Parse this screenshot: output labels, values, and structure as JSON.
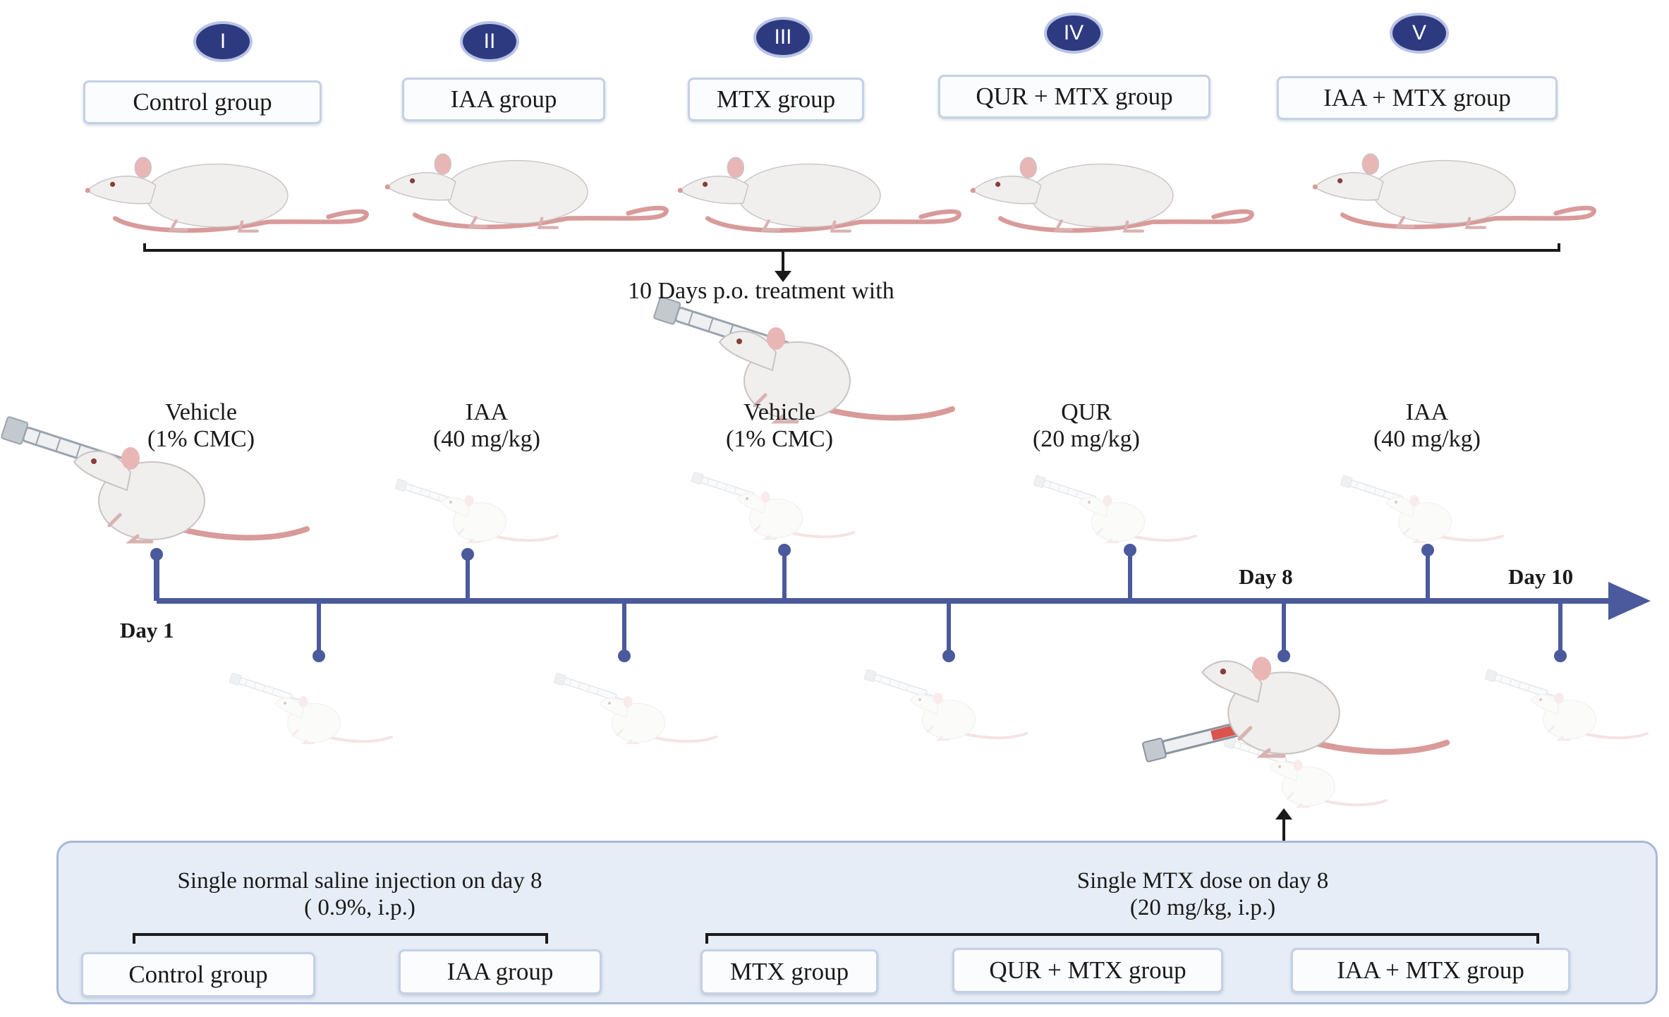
{
  "groups": [
    {
      "numeral": "I",
      "label": "Control group"
    },
    {
      "numeral": "II",
      "label": "IAA group"
    },
    {
      "numeral": "III",
      "label": "MTX group"
    },
    {
      "numeral": "IV",
      "label": "QUR + MTX group"
    },
    {
      "numeral": "V",
      "label": "IAA + MTX group"
    }
  ],
  "treatment_caption": "10 Days p.o. treatment with",
  "doses": [
    {
      "line1": "Vehicle",
      "line2": "(1% CMC)"
    },
    {
      "line1": "IAA",
      "line2": "(40 mg/kg)"
    },
    {
      "line1": "Vehicle",
      "line2": "(1% CMC)"
    },
    {
      "line1": "QUR",
      "line2": "(20 mg/kg)"
    },
    {
      "line1": "IAA",
      "line2": "(40 mg/kg)"
    }
  ],
  "timeline": {
    "day1": "Day 1",
    "day8": "Day 8",
    "day10": "Day 10"
  },
  "saline": {
    "title": "Single normal saline injection on day 8",
    "subtitle": "( 0.9%, i.p.)",
    "groups": [
      "Control group",
      "IAA group"
    ]
  },
  "mtx": {
    "title": "Single MTX dose on day 8",
    "subtitle": "(20 mg/kg, i.p.)",
    "groups": [
      "MTX group",
      "QUR + MTX group",
      "IAA + MTX group"
    ]
  },
  "colors": {
    "timeline": "#4a5a9c",
    "badge": "#2e3a80",
    "panel": "#e6edf7",
    "rat_tail": "#d99a9a"
  }
}
